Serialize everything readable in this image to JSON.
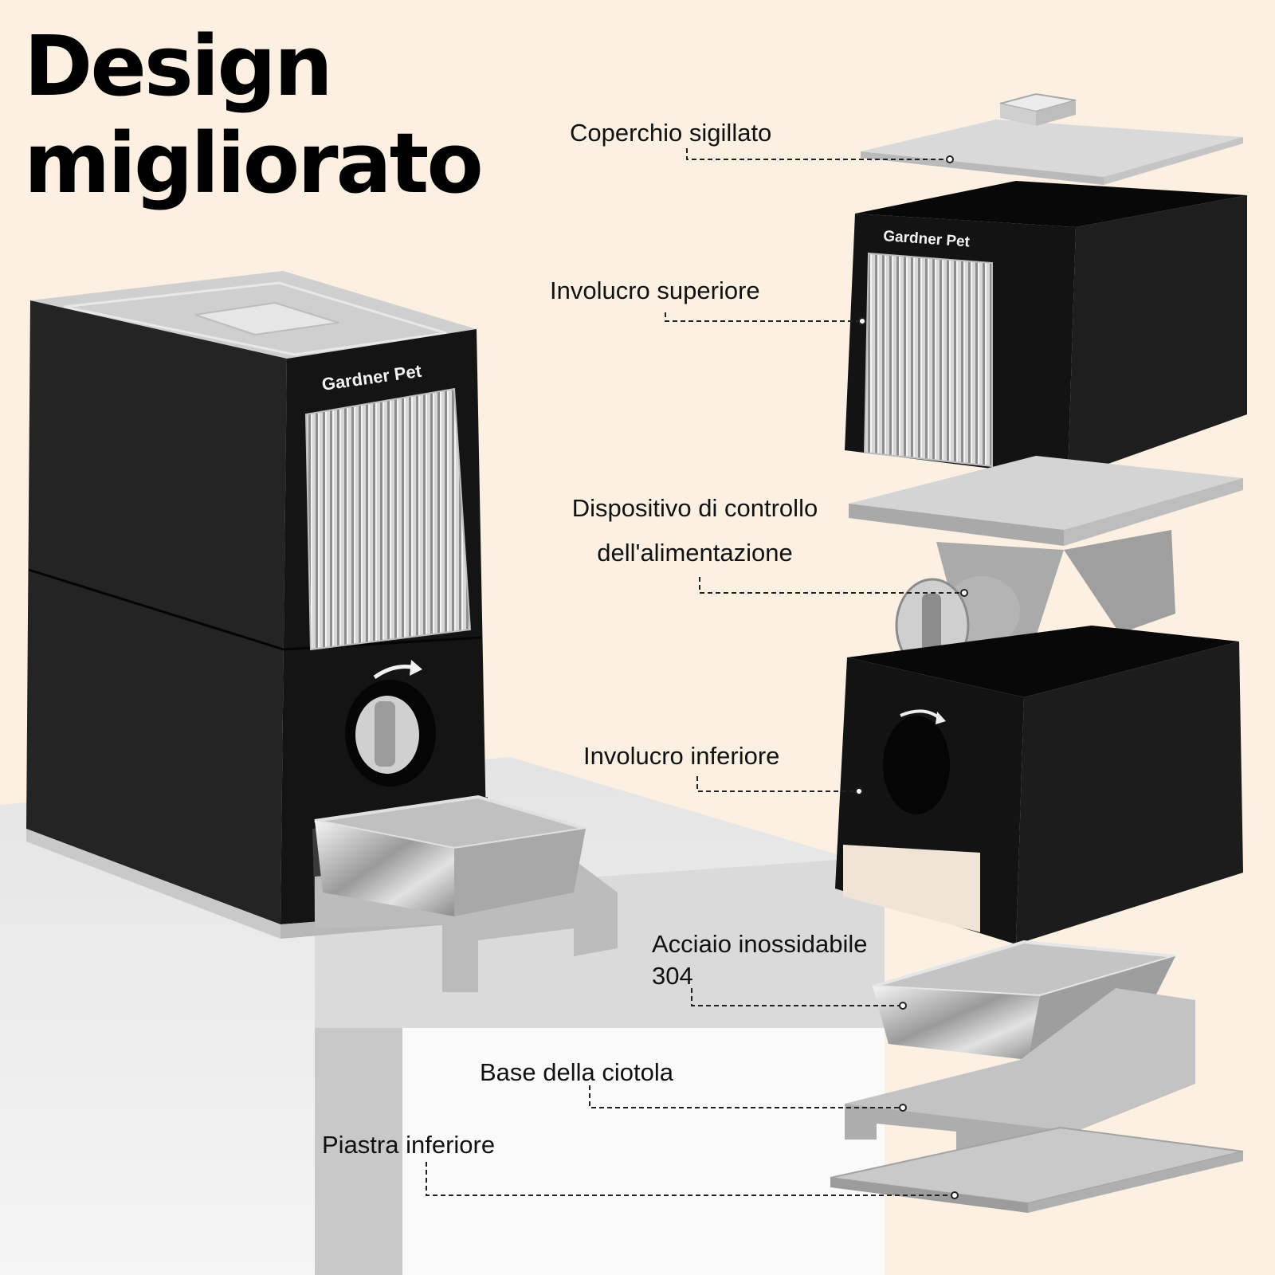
{
  "headline": {
    "line1": "Design",
    "line2": "migliorato"
  },
  "product": {
    "brand_text": "Gardner Pet"
  },
  "callouts": {
    "coperchio": "Coperchio sigillato",
    "involucro_superiore": "Involucro superiore",
    "dispositivo_line1": "Dispositivo di controllo",
    "dispositivo_line2": "dell'alimentazione",
    "involucro_inferiore": "Involucro inferiore",
    "acciaio_line1": "Acciaio inossidabile",
    "acciaio_line2": "304",
    "base_ciotola": "Base della ciotola",
    "piastra": "Piastra inferiore"
  },
  "colors": {
    "background": "#fbf0e2",
    "housing_black": "#141414",
    "plastic_grey": "#c9c9c9",
    "table_white": "#efefef"
  }
}
